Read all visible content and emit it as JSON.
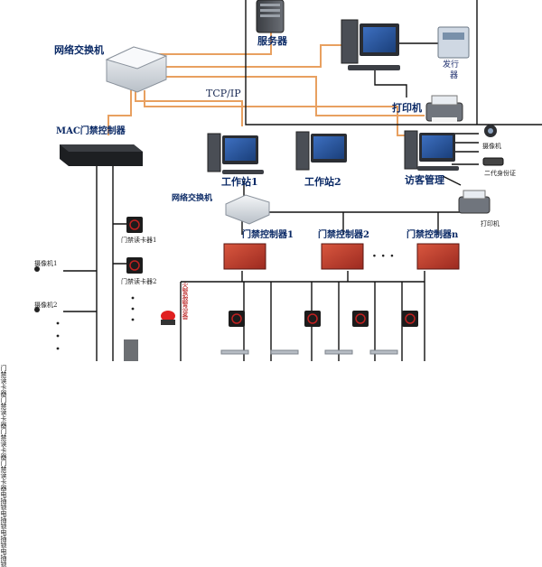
{
  "labels": {
    "server": "服务器",
    "switch_top": "网络交换机",
    "issuer_a": "发行",
    "issuer_b": "器",
    "tcpip": "TCP/IP",
    "printer_top": "打印机",
    "mac_controller": "MAC门禁控制器",
    "camera_small": "摄像机",
    "id_reader": "二代身份证",
    "printer_right": "打印机",
    "workstation1": "工作站1",
    "workstation2": "工作站2",
    "visitor_mgmt": "访客管理",
    "switch_mid": "网络交换机",
    "door_ctrl_1": "门禁控制器1",
    "door_ctrl_2": "门禁控制器2",
    "door_ctrl_n": "门禁控制器n",
    "dots": "· · ·",
    "card_reader_1": "门禁读卡器1",
    "card_reader_2": "门禁读卡器2",
    "camera_1": "摄像机1",
    "camera_2": "摄像机2",
    "fire_alarm": "火警报警设备",
    "reader_v": "门禁读卡器",
    "lock_v": "电插锁"
  },
  "colors": {
    "orange_link": "#e8a060",
    "black_link": "#111111",
    "label_blue": "#0b2a66",
    "reader_red": "#b00000",
    "board_red": "#c63b2d"
  }
}
